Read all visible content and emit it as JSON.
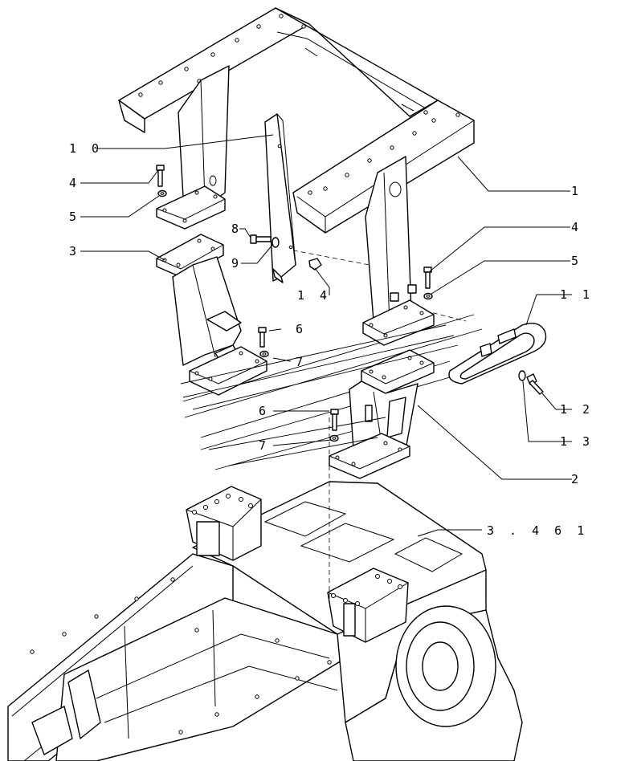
{
  "diagram": {
    "callouts": [
      {
        "id": "c10",
        "text": "1 0"
      },
      {
        "id": "c4a",
        "text": "4"
      },
      {
        "id": "c5a",
        "text": "5"
      },
      {
        "id": "c3",
        "text": "3"
      },
      {
        "id": "c8",
        "text": "8"
      },
      {
        "id": "c9",
        "text": "9"
      },
      {
        "id": "c14",
        "text": "1 4"
      },
      {
        "id": "c1",
        "text": "1"
      },
      {
        "id": "c4b",
        "text": "4"
      },
      {
        "id": "c5b",
        "text": "5"
      },
      {
        "id": "c11",
        "text": "1 1"
      },
      {
        "id": "c6a",
        "text": "6"
      },
      {
        "id": "c7a",
        "text": "7"
      },
      {
        "id": "c6b",
        "text": "6"
      },
      {
        "id": "c7b",
        "text": "7"
      },
      {
        "id": "c12",
        "text": "1 2"
      },
      {
        "id": "c13",
        "text": "1 3"
      },
      {
        "id": "c2",
        "text": "2"
      },
      {
        "id": "c3461",
        "text": "3 . 4 6 1"
      }
    ]
  }
}
